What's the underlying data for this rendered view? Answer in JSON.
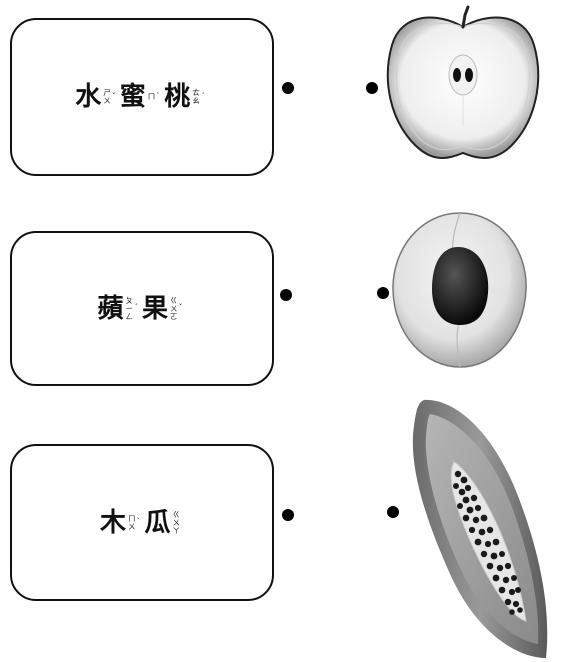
{
  "left_items": [
    {
      "id": "peach",
      "chars": [
        {
          "c": "水",
          "z": [
            "ㄕ",
            "ㄨ"
          ],
          "t": "ˇ"
        },
        {
          "c": "蜜",
          "z": [
            "ㄇ"
          ],
          "t": "ˋ"
        },
        {
          "c": "桃",
          "z": [
            "ㄊ",
            "ㄠ"
          ],
          "t": "ˊ"
        }
      ]
    },
    {
      "id": "apple",
      "chars": [
        {
          "c": "蘋",
          "z": [
            "ㄆ",
            "ㄧ",
            "ㄥ"
          ],
          "t": "ˊ"
        },
        {
          "c": "果",
          "z": [
            "ㄍ",
            "ㄨ",
            "ㄛ"
          ],
          "t": "ˇ"
        }
      ]
    },
    {
      "id": "papaya",
      "chars": [
        {
          "c": "木",
          "z": [
            "ㄇ",
            "ㄨ"
          ],
          "t": "ˋ"
        },
        {
          "c": "瓜",
          "z": [
            "ㄍ",
            "ㄨ",
            "ㄚ"
          ],
          "t": ""
        }
      ]
    }
  ],
  "right_items": [
    {
      "id": "apple-half",
      "icon": "apple-half-icon"
    },
    {
      "id": "peach-half",
      "icon": "peach-half-icon"
    },
    {
      "id": "papaya-half",
      "icon": "papaya-half-icon"
    }
  ],
  "colors": {
    "border": "#111111",
    "dot": "#000000"
  }
}
